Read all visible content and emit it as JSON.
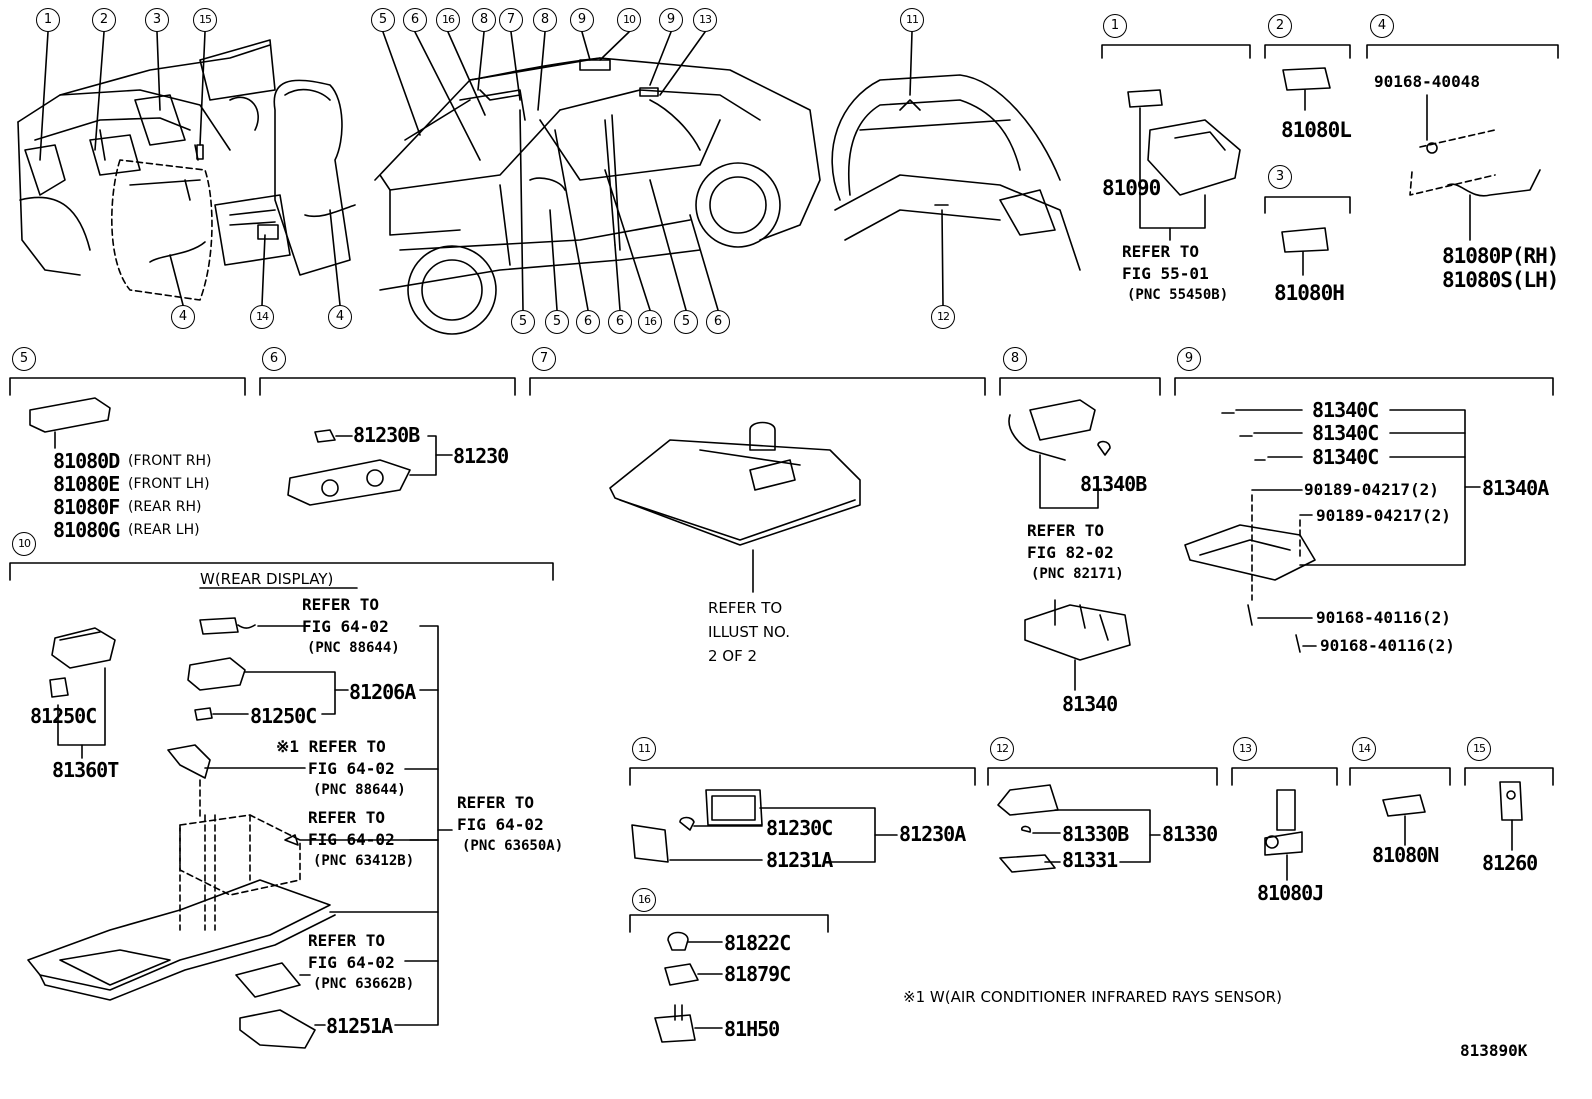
{
  "diagram_code": "813890K",
  "footnote": "※1 W(AIR CONDITIONER INFRARED RAYS SENSOR)",
  "callouts": [
    "1",
    "2",
    "3",
    "15",
    "5",
    "6",
    "16",
    "8",
    "7",
    "8",
    "9",
    "10",
    "9",
    "13",
    "11",
    "4",
    "14",
    "4",
    "5",
    "5",
    "6",
    "6",
    "16",
    "5",
    "6",
    "12"
  ],
  "sections": {
    "s1": {
      "num": "1",
      "parts": [
        "81090"
      ],
      "refer": [
        "REFER TO",
        "FIG 55-01",
        "(PNC 55450B)"
      ]
    },
    "s2": {
      "num": "2",
      "parts": [
        "81080L"
      ]
    },
    "s3": {
      "num": "3",
      "parts": [
        "81080H"
      ]
    },
    "s4": {
      "num": "4",
      "parts": [
        "90168-40048",
        "81080P(RH)",
        "81080S(LH)"
      ]
    },
    "s5": {
      "num": "5",
      "parts": [
        "81080D",
        "81080E",
        "81080F",
        "81080G"
      ],
      "positions": [
        "(FRONT RH)",
        "(FRONT LH)",
        "(REAR RH)",
        "(REAR LH)"
      ]
    },
    "s6": {
      "num": "6",
      "parts": [
        "81230B",
        "81230"
      ]
    },
    "s7": {
      "num": "7",
      "refer": [
        "REFER TO",
        "ILLUST NO.",
        "2 OF 2"
      ]
    },
    "s8": {
      "num": "8",
      "parts": [
        "81340B",
        "81340"
      ],
      "refer": [
        "REFER TO",
        "FIG 82-02",
        "(PNC 82171)"
      ]
    },
    "s9": {
      "num": "9",
      "parts": [
        "81340C",
        "81340C",
        "81340C",
        "81340A",
        "90189-04217(2)",
        "90189-04217(2)",
        "90168-40116(2)",
        "90168-40116(2)"
      ]
    },
    "s10": {
      "num": "10",
      "header": "W(REAR DISPLAY)",
      "parts": [
        "81250C",
        "81360T",
        "81206A",
        "81250C",
        "81251A"
      ],
      "refer1": [
        "REFER TO",
        "FIG 64-02",
        "(PNC 88644)"
      ],
      "refer2": [
        "※1 REFER TO",
        "FIG 64-02",
        "(PNC 88644)"
      ],
      "refer3": [
        "REFER TO",
        "FIG 64-02",
        "(PNC 63412B)"
      ],
      "refer4": [
        "REFER TO",
        "FIG 64-02",
        "(PNC 63662B)"
      ],
      "refer5": [
        "REFER TO",
        "FIG 64-02",
        "(PNC 63650A)"
      ]
    },
    "s11": {
      "num": "11",
      "parts": [
        "81230C",
        "81231A",
        "81230A"
      ]
    },
    "s12": {
      "num": "12",
      "parts": [
        "81330B",
        "81331",
        "81330"
      ]
    },
    "s13": {
      "num": "13",
      "parts": [
        "81080J"
      ]
    },
    "s14": {
      "num": "14",
      "parts": [
        "81080N"
      ]
    },
    "s15": {
      "num": "15",
      "parts": [
        "81260"
      ]
    },
    "s16": {
      "num": "16",
      "parts": [
        "81822C",
        "81879C",
        "81H50"
      ]
    }
  }
}
